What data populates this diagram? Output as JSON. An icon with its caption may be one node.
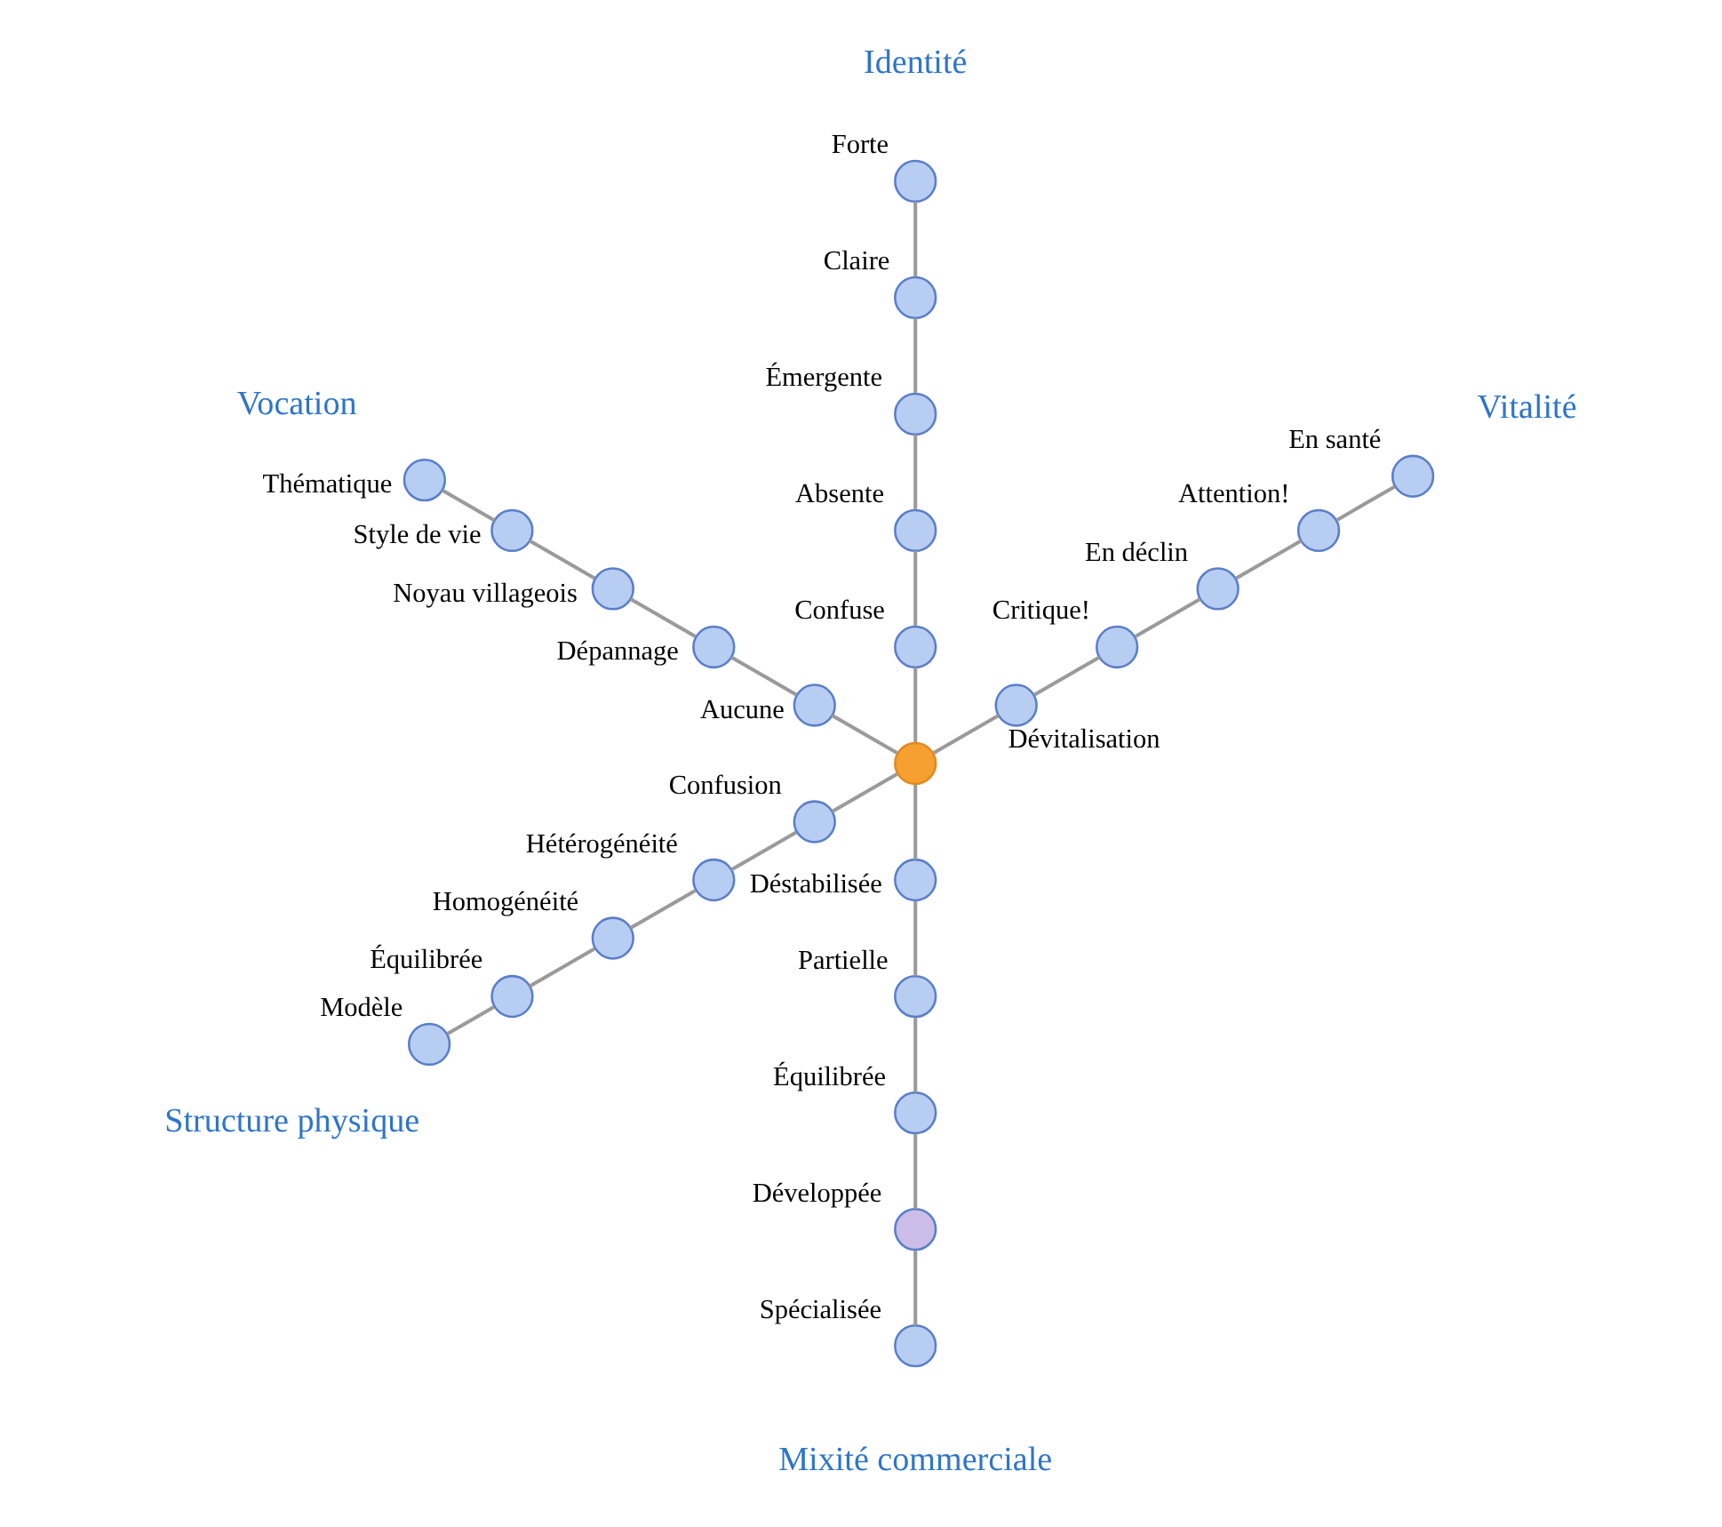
{
  "diagram": {
    "nodes": [
      {
        "text": [],
        "shape": "circle"
      },
      {
        "text": [],
        "shape": "circle",
        "beside": [
          "Dévitalisation"
        ]
      },
      {
        "text": [],
        "shape": "circle",
        "beside": [
          "Critique!"
        ]
      },
      {
        "text": [],
        "shape": "circle",
        "beside": [
          "En déclin"
        ]
      },
      {
        "text": [],
        "shape": "circle",
        "beside": [
          "Attention!"
        ]
      },
      {
        "text": [],
        "shape": "circle",
        "beside": [
          "En santé"
        ]
      },
      {
        "text": [],
        "shape": "circle",
        "beside": [
          "Confuse"
        ]
      },
      {
        "text": [],
        "shape": "circle",
        "beside": [
          "Absente"
        ]
      },
      {
        "text": [],
        "shape": "circle",
        "beside": [
          "Émergente"
        ]
      },
      {
        "text": [],
        "shape": "circle",
        "beside": [
          "Claire"
        ]
      },
      {
        "text": [],
        "shape": "circle",
        "beside": [
          "Forte"
        ]
      },
      {
        "text": [],
        "shape": "circle",
        "beside": [
          "Aucune"
        ]
      },
      {
        "text": [],
        "shape": "circle",
        "beside": [
          "Dépannage"
        ]
      },
      {
        "text": [],
        "shape": "circle",
        "beside": [
          "Noyau villageois"
        ]
      },
      {
        "text": [],
        "shape": "circle",
        "beside": [
          "Style de vie"
        ]
      },
      {
        "text": [],
        "shape": "circle",
        "beside": [
          "Thématique"
        ]
      },
      {
        "text": [],
        "shape": "circle",
        "beside": [
          "Confusion"
        ]
      },
      {
        "text": [],
        "shape": "circle",
        "beside": [
          "Hétérogénéité"
        ]
      },
      {
        "text": [],
        "shape": "circle",
        "beside": [
          "Homogénéité"
        ]
      },
      {
        "text": [],
        "shape": "circle",
        "beside": [
          "Équilibrée"
        ]
      },
      {
        "text": [],
        "shape": "circle",
        "beside": [
          "Modèle"
        ]
      },
      {
        "text": [],
        "shape": "circle",
        "beside": [
          "Déstabilisée"
        ]
      },
      {
        "text": [],
        "shape": "circle",
        "beside": [
          "Partielle"
        ]
      },
      {
        "text": [],
        "shape": "circle",
        "beside": [
          "Équilibrée"
        ]
      },
      {
        "text": [],
        "shape": "circle",
        "beside": [
          "Développée"
        ]
      },
      {
        "text": [],
        "shape": "circle",
        "beside": [
          "Spécialisée"
        ]
      }
    ],
    "edges": [
      {
        "from": 0,
        "to": 1,
        "arrow": "none"
      },
      {
        "from": 1,
        "to": 2,
        "arrow": "none"
      },
      {
        "from": 2,
        "to": 3,
        "arrow": "none"
      },
      {
        "from": 3,
        "to": 4,
        "arrow": "none"
      },
      {
        "from": 4,
        "to": 5,
        "arrow": "none"
      },
      {
        "from": 0,
        "to": 6,
        "arrow": "none"
      },
      {
        "from": 6,
        "to": 7,
        "arrow": "none"
      },
      {
        "from": 7,
        "to": 8,
        "arrow": "none"
      },
      {
        "from": 8,
        "to": 9,
        "arrow": "none"
      },
      {
        "from": 9,
        "to": 10,
        "arrow": "none"
      },
      {
        "from": 0,
        "to": 11,
        "arrow": "none"
      },
      {
        "from": 11,
        "to": 12,
        "arrow": "none"
      },
      {
        "from": 12,
        "to": 13,
        "arrow": "none"
      },
      {
        "from": 13,
        "to": 14,
        "arrow": "none"
      },
      {
        "from": 14,
        "to": 15,
        "arrow": "none"
      },
      {
        "from": 0,
        "to": 16,
        "arrow": "none"
      },
      {
        "from": 16,
        "to": 17,
        "arrow": "none"
      },
      {
        "from": 17,
        "to": 18,
        "arrow": "none"
      },
      {
        "from": 18,
        "to": 19,
        "arrow": "none"
      },
      {
        "from": 19,
        "to": 20,
        "arrow": "none"
      },
      {
        "from": 0,
        "to": 21,
        "arrow": "none"
      },
      {
        "from": 21,
        "to": 22,
        "arrow": "none"
      },
      {
        "from": 22,
        "to": 23,
        "arrow": "none"
      },
      {
        "from": 23,
        "to": 24,
        "arrow": "none"
      },
      {
        "from": 24,
        "to": 25,
        "arrow": "none"
      }
    ],
    "labels": [
      "Vitalité",
      "Mixité commerciale",
      "Identité",
      "Structure physique",
      "Vocation"
    ]
  }
}
